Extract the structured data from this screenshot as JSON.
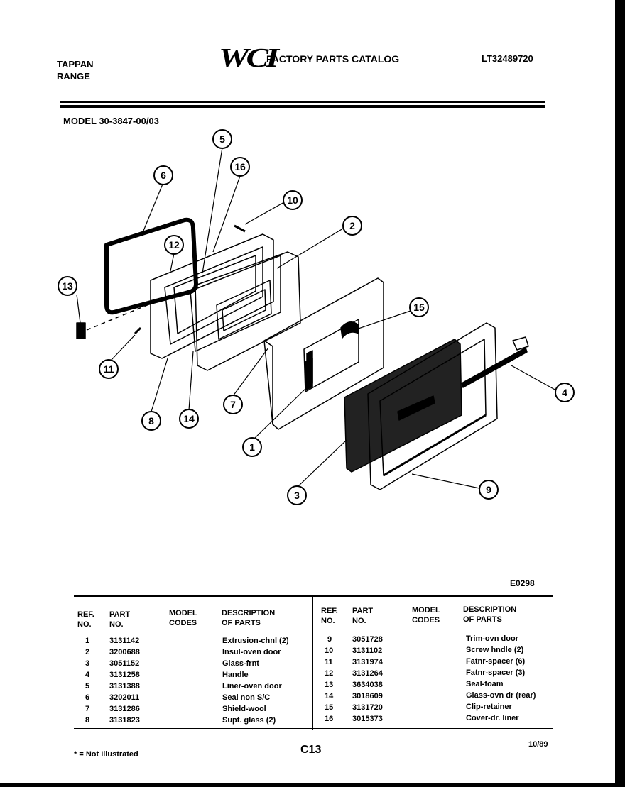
{
  "header": {
    "brand_line1": "TAPPAN",
    "brand_line2": "RANGE",
    "logo_text": "WCI",
    "catalog_title": "FACTORY PARTS CATALOG",
    "doc_number": "LT32489720"
  },
  "model_line": "MODEL 30-3847-00/03",
  "figure_code": "E0298",
  "callouts": [
    "1",
    "2",
    "3",
    "4",
    "5",
    "6",
    "7",
    "8",
    "9",
    "10",
    "11",
    "12",
    "13",
    "14",
    "15",
    "16"
  ],
  "table": {
    "headers": {
      "ref_no_1": "REF.",
      "ref_no_2": "NO.",
      "part_no_1": "PART",
      "part_no_2": "NO.",
      "model_codes_1": "MODEL",
      "model_codes_2": "CODES",
      "desc_1": "DESCRIPTION",
      "desc_2": "OF PARTS"
    },
    "left_rows": [
      {
        "ref": "1",
        "part": "3131142",
        "desc": "Extrusion-chnl (2)"
      },
      {
        "ref": "2",
        "part": "3200688",
        "desc": "Insul-oven door"
      },
      {
        "ref": "3",
        "part": "3051152",
        "desc": "Glass-frnt"
      },
      {
        "ref": "4",
        "part": "3131258",
        "desc": "Handle"
      },
      {
        "ref": "5",
        "part": "3131388",
        "desc": "Liner-oven door"
      },
      {
        "ref": "6",
        "part": "3202011",
        "desc": "Seal non S/C"
      },
      {
        "ref": "7",
        "part": "3131286",
        "desc": "Shield-wool"
      },
      {
        "ref": "8",
        "part": "3131823",
        "desc": "Supt. glass (2)"
      }
    ],
    "right_rows": [
      {
        "ref": "9",
        "part": "3051728",
        "desc": "Trim-ovn door"
      },
      {
        "ref": "10",
        "part": "3131102",
        "desc": "Screw hndle (2)"
      },
      {
        "ref": "11",
        "part": "3131974",
        "desc": "Fatnr-spacer (6)"
      },
      {
        "ref": "12",
        "part": "3131264",
        "desc": "Fatnr-spacer (3)"
      },
      {
        "ref": "13",
        "part": "3634038",
        "desc": "Seal-foam"
      },
      {
        "ref": "14",
        "part": "3018609",
        "desc": "Glass-ovn dr (rear)"
      },
      {
        "ref": "15",
        "part": "3131720",
        "desc": "Clip-retainer"
      },
      {
        "ref": "16",
        "part": "3015373",
        "desc": "Cover-dr. liner"
      }
    ]
  },
  "footer": {
    "note": "* = Not Illustrated",
    "page": "C13",
    "date": "10/89"
  }
}
